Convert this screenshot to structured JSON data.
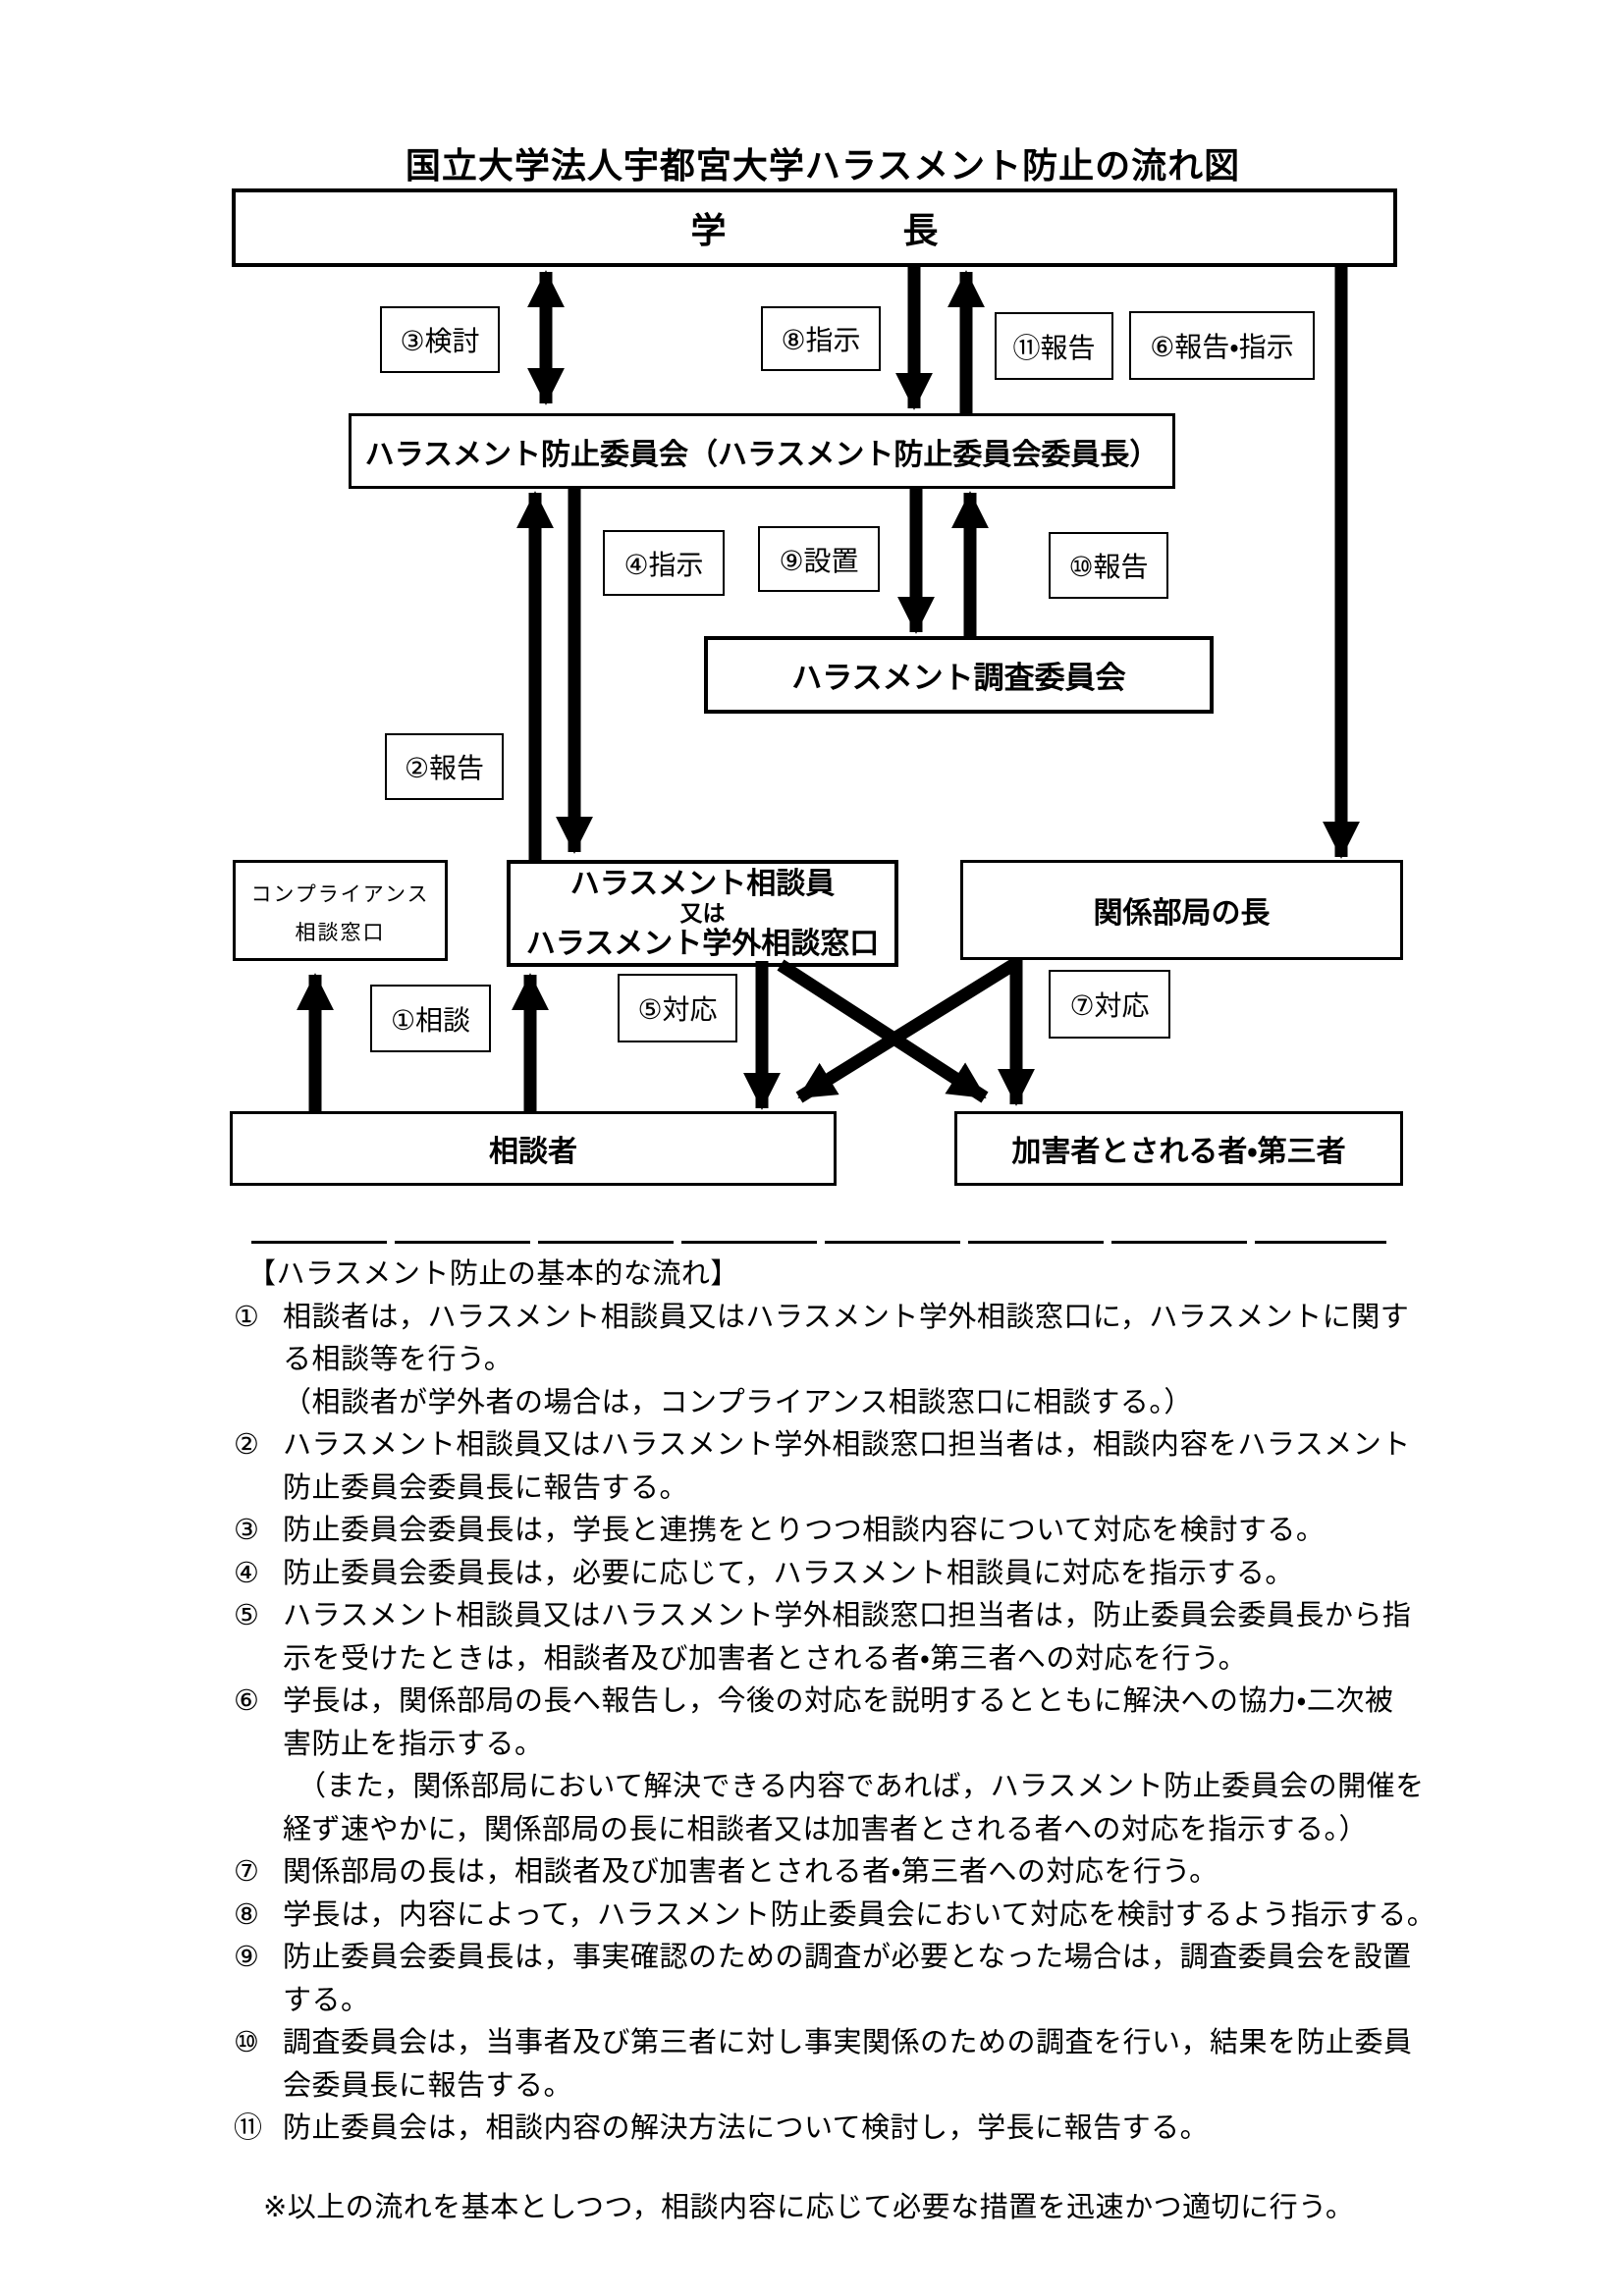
{
  "page": {
    "title": "国立大学法人宇都宮大学ハラスメント防止の流れ図"
  },
  "colors": {
    "ink": "#000000",
    "paper": "#ffffff"
  },
  "flowchart": {
    "boxes": {
      "president": "学　　　　　長",
      "prevention_committee": "ハラスメント防止委員会（ハラスメント防止委員会委員長）",
      "investigation_committee": "ハラスメント調査委員会",
      "compliance_lines": [
        "コンプライアンス",
        "相談窓口"
      ],
      "counselor_lines": [
        "ハラスメント相談員",
        "又は",
        "ハラスメント学外相談窓口"
      ],
      "related_dept_head": "関係部局の長",
      "consulter": "相談者",
      "alleged_third_party": "加害者とされる者・第三者"
    },
    "labels": {
      "consult_1": "①相談",
      "report_2": "②報告",
      "review_3": "③検討",
      "instruct_4": "④指示",
      "respond_5": "⑤対応",
      "report_instruct_6": "⑥報告・指示",
      "respond_7": "⑦対応",
      "instruct_8": "⑧指示",
      "establish_9": "⑨設置",
      "report_10": "⑩報告",
      "report_11": "⑪報告"
    }
  },
  "notes": {
    "heading": "【ハラスメント防止の基本的な流れ】",
    "items": [
      {
        "num": "①",
        "lines": [
          "相談者は，ハラスメント相談員又はハラスメント学外相談窓口に，ハラスメントに関す",
          "る相談等を行う。",
          "（相談者が学外者の場合は，コンプライアンス相談窓口に相談する。）"
        ]
      },
      {
        "num": "②",
        "lines": [
          "ハラスメント相談員又はハラスメント学外相談窓口担当者は，相談内容をハラスメント",
          "防止委員会委員長に報告する。"
        ]
      },
      {
        "num": "③",
        "lines": [
          "防止委員会委員長は，学長と連携をとりつつ相談内容について対応を検討する。"
        ]
      },
      {
        "num": "④",
        "lines": [
          "防止委員会委員長は，必要に応じて，ハラスメント相談員に対応を指示する。"
        ]
      },
      {
        "num": "⑤",
        "lines": [
          "ハラスメント相談員又はハラスメント学外相談窓口担当者は，防止委員会委員長から指",
          "示を受けたときは，相談者及び加害者とされる者・第三者への対応を行う。"
        ]
      },
      {
        "num": "⑥",
        "lines": [
          "学長は，関係部局の長へ報告し，今後の対応を説明するとともに解決への協力・二次被",
          "害防止を指示する。",
          "　（また，関係部局において解決できる内容であれば，ハラスメント防止委員会の開催を",
          "経ず速やかに，関係部局の長に相談者又は加害者とされる者への対応を指示する。）"
        ]
      },
      {
        "num": "⑦",
        "lines": [
          "関係部局の長は，相談者及び加害者とされる者・第三者への対応を行う。"
        ]
      },
      {
        "num": "⑧",
        "lines": [
          "学長は，内容によって，ハラスメント防止委員会において対応を検討するよう指示する。"
        ]
      },
      {
        "num": "⑨",
        "lines": [
          "防止委員会委員長は，事実確認のための調査が必要となった場合は，調査委員会を設置",
          "する。"
        ]
      },
      {
        "num": "⑩",
        "lines": [
          "調査委員会は，当事者及び第三者に対し事実関係のための調査を行い，結果を防止委員",
          "会委員長に報告する。"
        ]
      },
      {
        "num": "⑪",
        "lines": [
          "防止委員会は，相談内容の解決方法について検討し，学長に報告する。"
        ]
      }
    ],
    "footnote": "※以上の流れを基本としつつ，相談内容に応じて必要な措置を迅速かつ適切に行う。"
  }
}
